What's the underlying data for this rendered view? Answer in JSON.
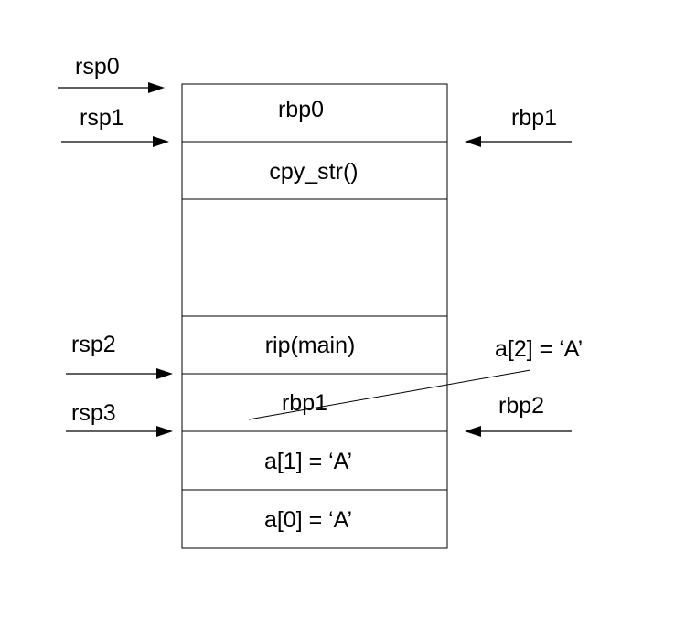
{
  "stack_cells": [
    "rbp0",
    "cpy_str()",
    "",
    "rip(main)",
    "rbp1",
    "a[1] = ‘A’",
    "a[0] = ‘A’"
  ],
  "left_pointers": [
    "rsp0",
    "rsp1",
    "rsp2",
    "rsp3"
  ],
  "right_pointers": [
    "rbp1",
    "rbp2"
  ],
  "overflow_annotation": "a[2] = ‘A’"
}
